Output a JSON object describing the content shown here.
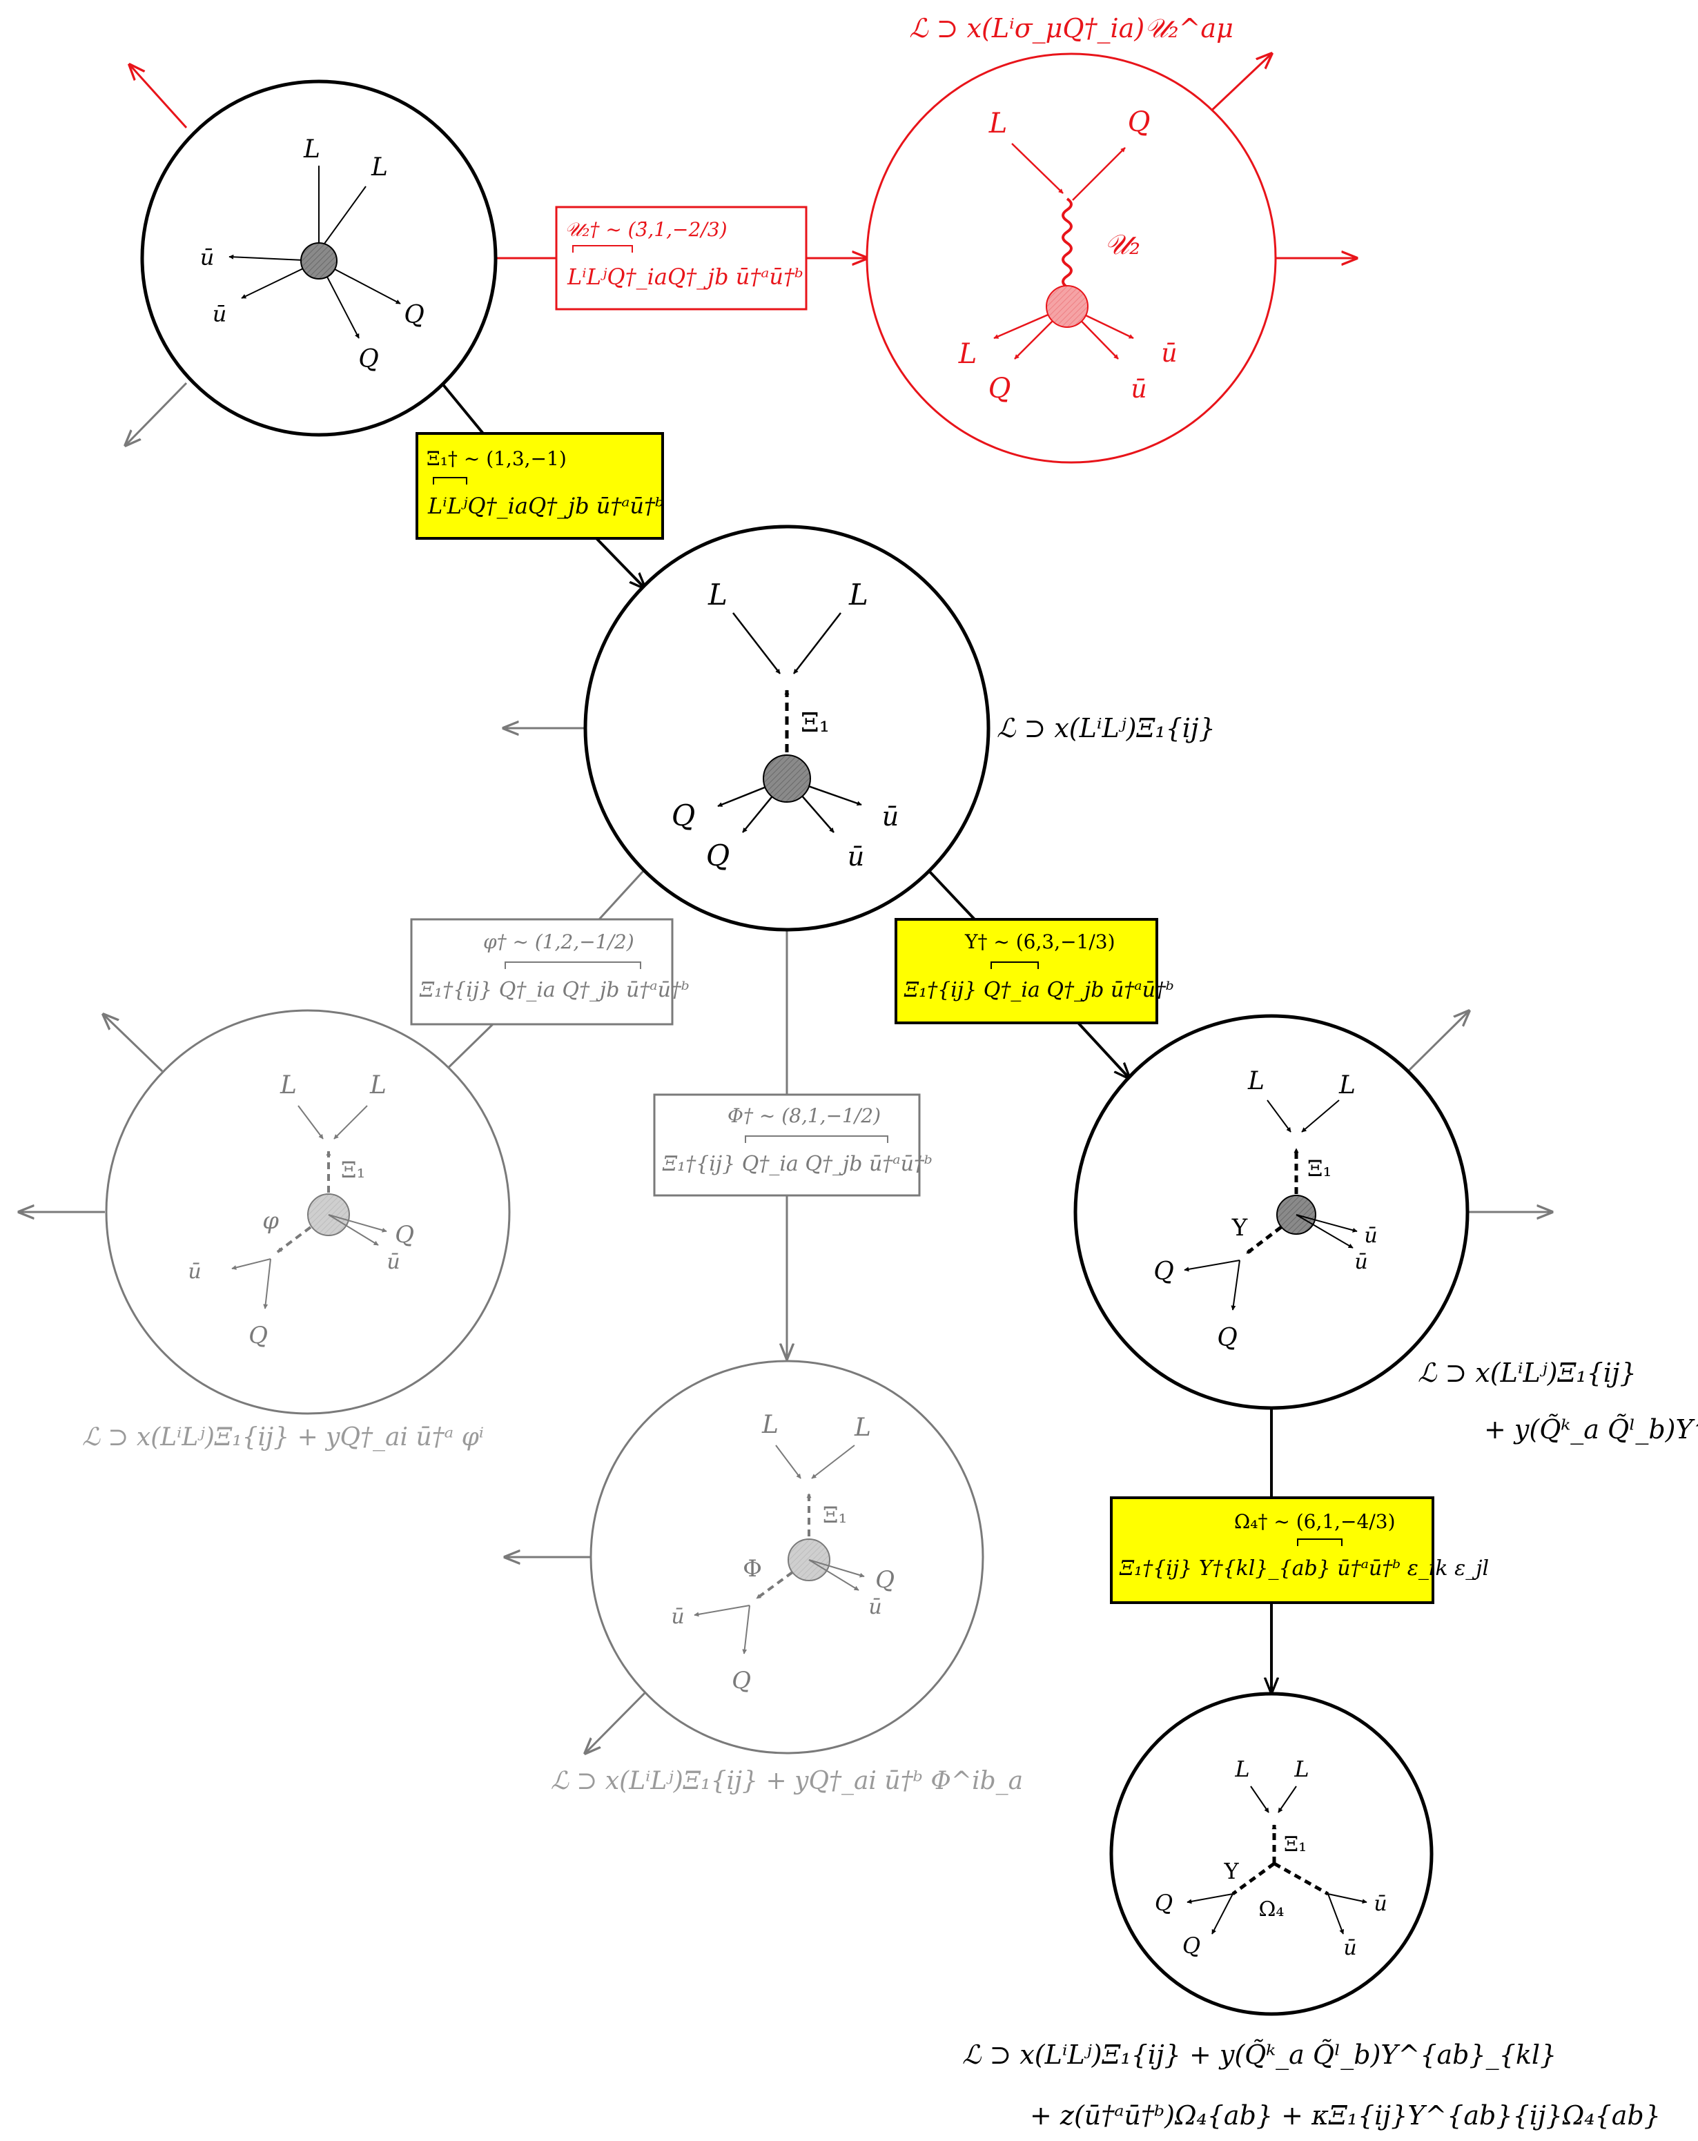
{
  "colors": {
    "black": "#000000",
    "red": "#e8141a",
    "gray": "#7a7a7a",
    "lightgray": "#9a9a9a",
    "highlight": "#ffff00"
  },
  "nodes": {
    "top_left": {
      "ext": [
        "L",
        "L",
        "ū",
        "ū",
        "Q",
        "Q"
      ]
    },
    "top_right": {
      "ext": [
        "L",
        "Q",
        "L",
        "Q",
        "ū",
        "ū"
      ],
      "mediator": "𝒰₂",
      "lagrangian": "ℒ ⊃ x(Lⁱσ_μQ†_ia)𝒰₂^aμ"
    },
    "center": {
      "ext": [
        "L",
        "L",
        "Q",
        "Q",
        "ū",
        "ū"
      ],
      "mediator": "Ξ₁",
      "lagrangian": "ℒ ⊃ x(LⁱLʲ)Ξ₁{ij}"
    },
    "mid_left": {
      "ext": [
        "L",
        "L",
        "Q",
        "ū",
        "ū",
        "Q"
      ],
      "mediators": [
        "Ξ₁",
        "φ"
      ],
      "lagrangian": "ℒ ⊃ x(LⁱLʲ)Ξ₁{ij} + yQ†_ai ū†ᵃ φⁱ"
    },
    "mid_right": {
      "ext": [
        "L",
        "L",
        "ū",
        "ū",
        "Q",
        "Q"
      ],
      "mediators": [
        "Ξ₁",
        "Υ"
      ],
      "lagrangian_1": "ℒ ⊃ x(LⁱLʲ)Ξ₁{ij}",
      "lagrangian_2": "+ y(Q̃ᵏ_a Q̃ˡ_b)Υ^{ab}_{kl}"
    },
    "bottom_mid": {
      "ext": [
        "L",
        "L",
        "Q",
        "ū",
        "ū",
        "Q"
      ],
      "mediators": [
        "Ξ₁",
        "Φ"
      ],
      "lagrangian": "ℒ ⊃ x(LⁱLʲ)Ξ₁{ij} + yQ†_ai ū†ᵇ Φ^ib_a"
    },
    "bottom_right": {
      "ext": [
        "L",
        "L",
        "Q",
        "Q",
        "ū",
        "ū"
      ],
      "mediators": [
        "Ξ₁",
        "Υ",
        "Ω₄"
      ],
      "lagrangian_1": "ℒ ⊃ x(LⁱLʲ)Ξ₁{ij} + y(Q̃ᵏ_a Q̃ˡ_b)Υ^{ab}_{kl}",
      "lagrangian_2": "+ z(ū†ᵃū†ᵇ)Ω₄{ab} + κΞ₁{ij}Υ^{ab}{ij}Ω₄{ab}"
    }
  },
  "edges": {
    "red_box": {
      "field": "𝒰₂† ~ (3̄,1,−2/3)",
      "operator": "LⁱLʲQ†_iaQ†_jb ū†ᵃū†ᵇ",
      "highlight": false
    },
    "xi_box": {
      "field": "Ξ₁† ~ (1,3,−1)",
      "operator": "LⁱLʲQ†_iaQ†_jb ū†ᵃū†ᵇ",
      "highlight": true
    },
    "varphi_box": {
      "field": "φ† ~ (1,2,−1/2)",
      "operator": "Ξ₁†{ij} Q†_ia Q†_jb ū†ᵃū†ᵇ",
      "highlight": false
    },
    "phi_box": {
      "field": "Φ† ~ (8,1,−1/2)",
      "operator": "Ξ₁†{ij} Q†_ia Q†_jb ū†ᵃū†ᵇ",
      "highlight": false
    },
    "upsilon_box": {
      "field": "Υ† ~ (6̄,3,−1/3)",
      "operator": "Ξ₁†{ij} Q†_ia Q†_jb ū†ᵃū†ᵇ",
      "highlight": true
    },
    "omega_box": {
      "field": "Ω₄† ~ (6,1,−4/3)",
      "operator": "Ξ₁†{ij} Υ†{kl}_{ab} ū†ᵃū†ᵇ ε_ik ε_jl",
      "highlight": true
    }
  }
}
